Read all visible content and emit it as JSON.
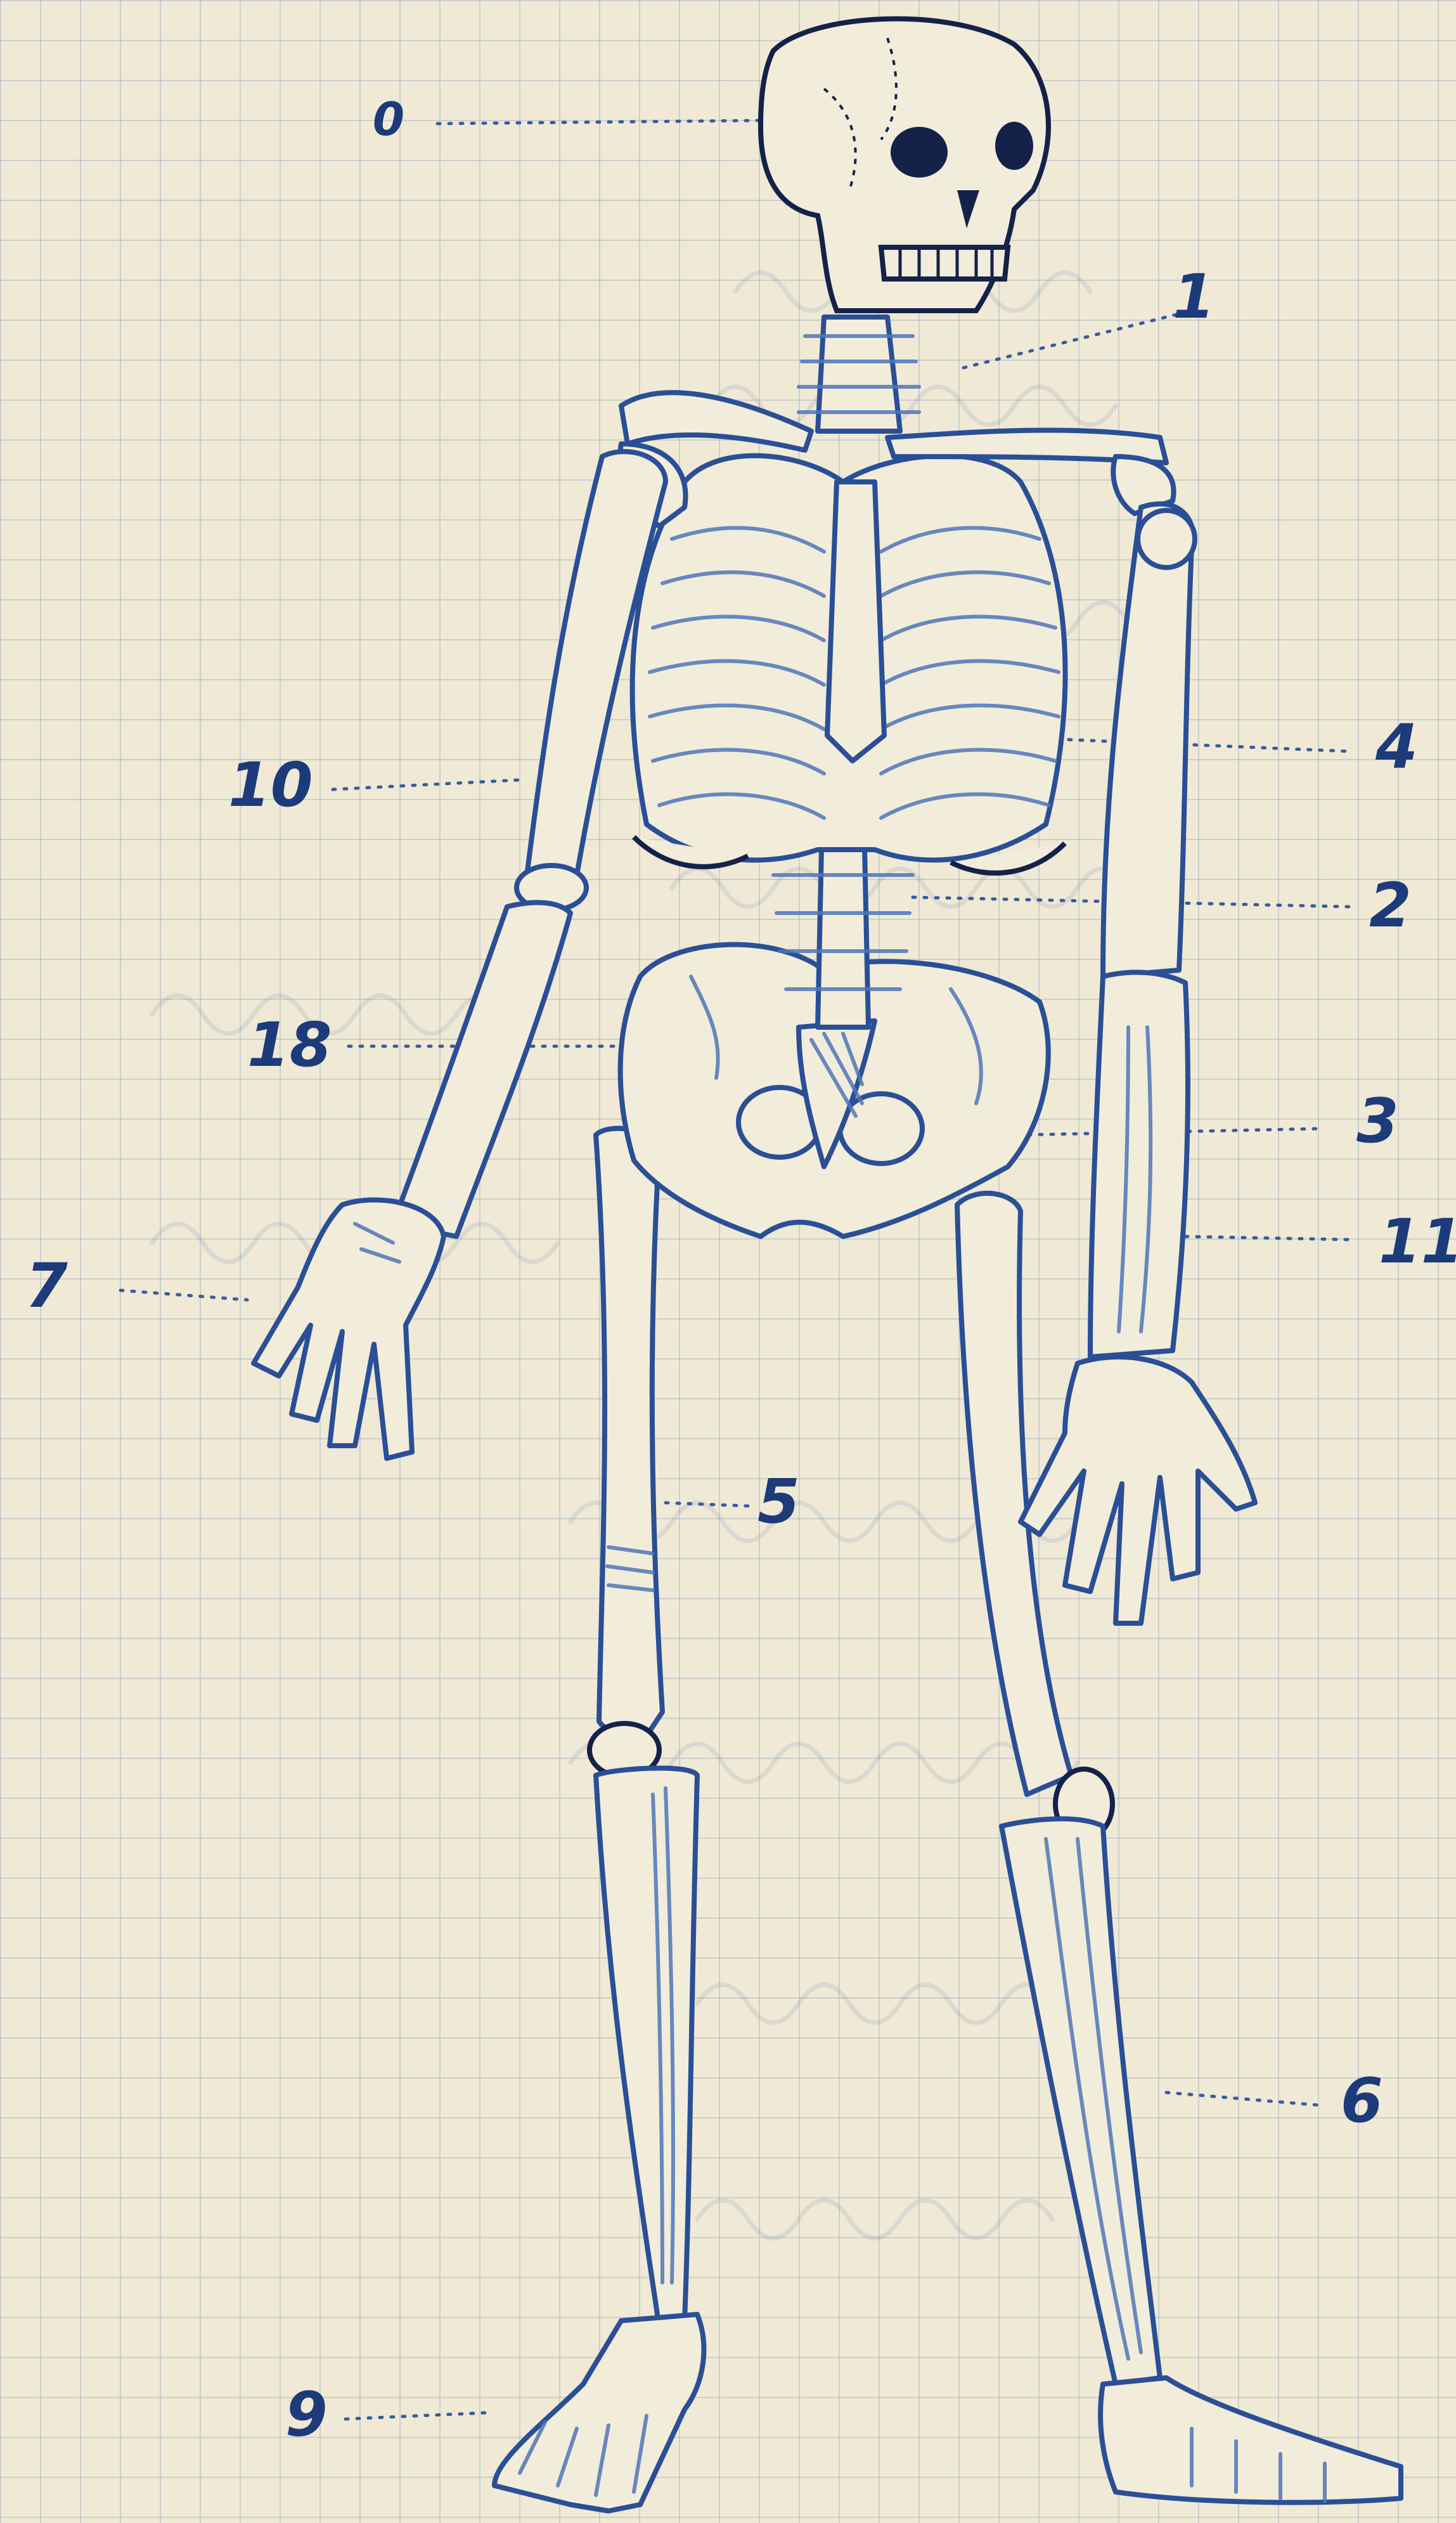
{
  "labels": [
    {
      "id": "0",
      "text": "0"
    },
    {
      "id": "1",
      "text": "1"
    },
    {
      "id": "4",
      "text": "4"
    },
    {
      "id": "10",
      "text": "10"
    },
    {
      "id": "2",
      "text": "2"
    },
    {
      "id": "18",
      "text": "18"
    },
    {
      "id": "3",
      "text": "3"
    },
    {
      "id": "11",
      "text": "11"
    },
    {
      "id": "7",
      "text": "7"
    },
    {
      "id": "5",
      "text": "5"
    },
    {
      "id": "6",
      "text": "6"
    },
    {
      "id": "9",
      "text": "9"
    }
  ],
  "colors": {
    "paper": "#efe9d6",
    "grid": "#7896af",
    "ink": "#2a4f96",
    "ink_dark": "#14224a"
  }
}
